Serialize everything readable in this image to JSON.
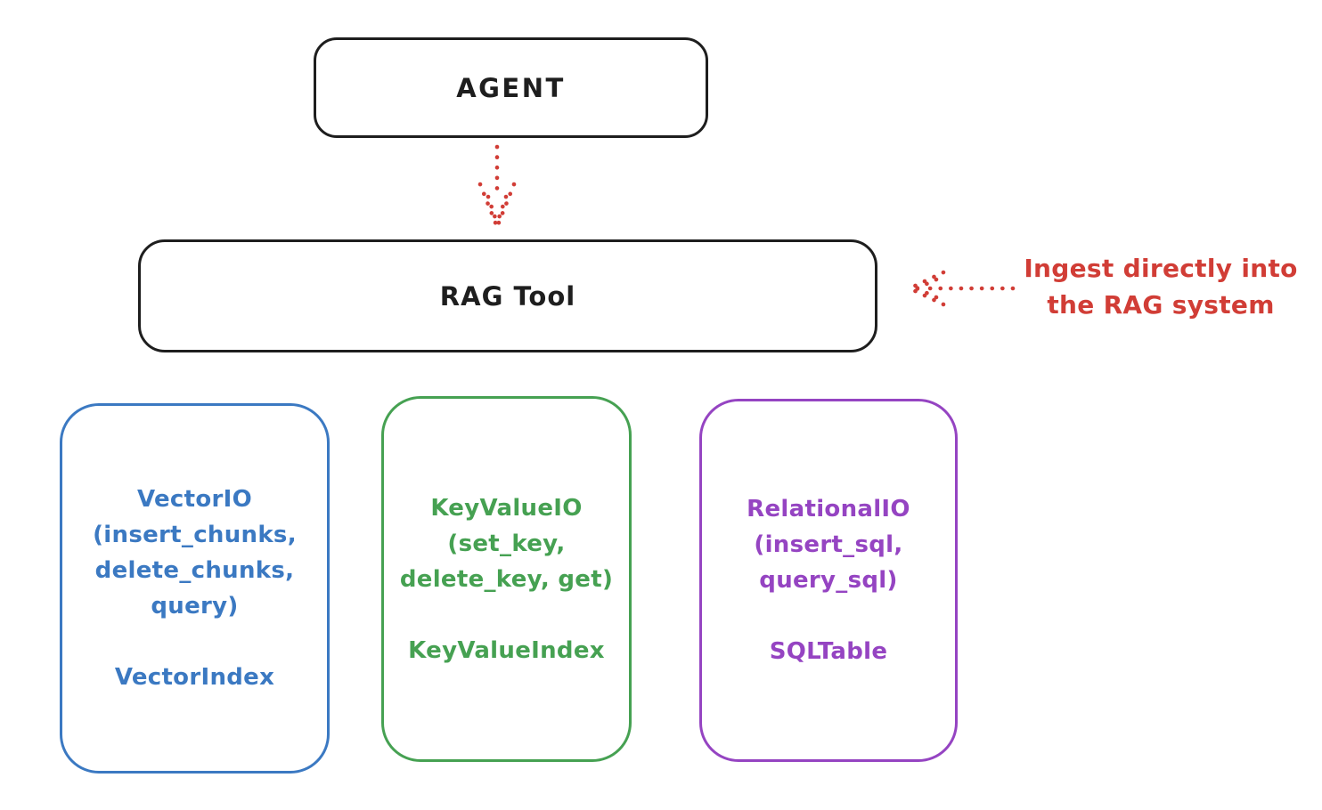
{
  "colors": {
    "ink": "#1e1e1e",
    "red": "#d13d36",
    "blue": "#3b79c2",
    "green": "#46a152",
    "purple": "#9544c2",
    "background": "#ffffff"
  },
  "nodes": {
    "agent": {
      "label": "AGENT"
    },
    "rag_tool": {
      "label": "RAG Tool"
    }
  },
  "annotation": {
    "line1": "Ingest directly into",
    "line2": "the RAG system"
  },
  "edges": [
    {
      "from": "AGENT",
      "to": "RAG Tool",
      "style": "dotted",
      "color": "#d13d36",
      "direction": "down"
    },
    {
      "from": "Ingest annotation",
      "to": "RAG Tool",
      "style": "dotted",
      "color": "#d13d36",
      "direction": "left"
    }
  ],
  "io_boxes": [
    {
      "name": "vector-io",
      "color": "#3b79c2",
      "methods_text": "VectorIO\n(insert_chunks,\ndelete_chunks,\nquery)",
      "index_label": "VectorIndex"
    },
    {
      "name": "keyvalue-io",
      "color": "#46a152",
      "methods_text": "KeyValueIO\n(set_key,\ndelete_key, get)",
      "index_label": "KeyValueIndex"
    },
    {
      "name": "relational-io",
      "color": "#9544c2",
      "methods_text": "RelationalIO\n(insert_sql,\nquery_sql)",
      "index_label": "SQLTable"
    }
  ]
}
